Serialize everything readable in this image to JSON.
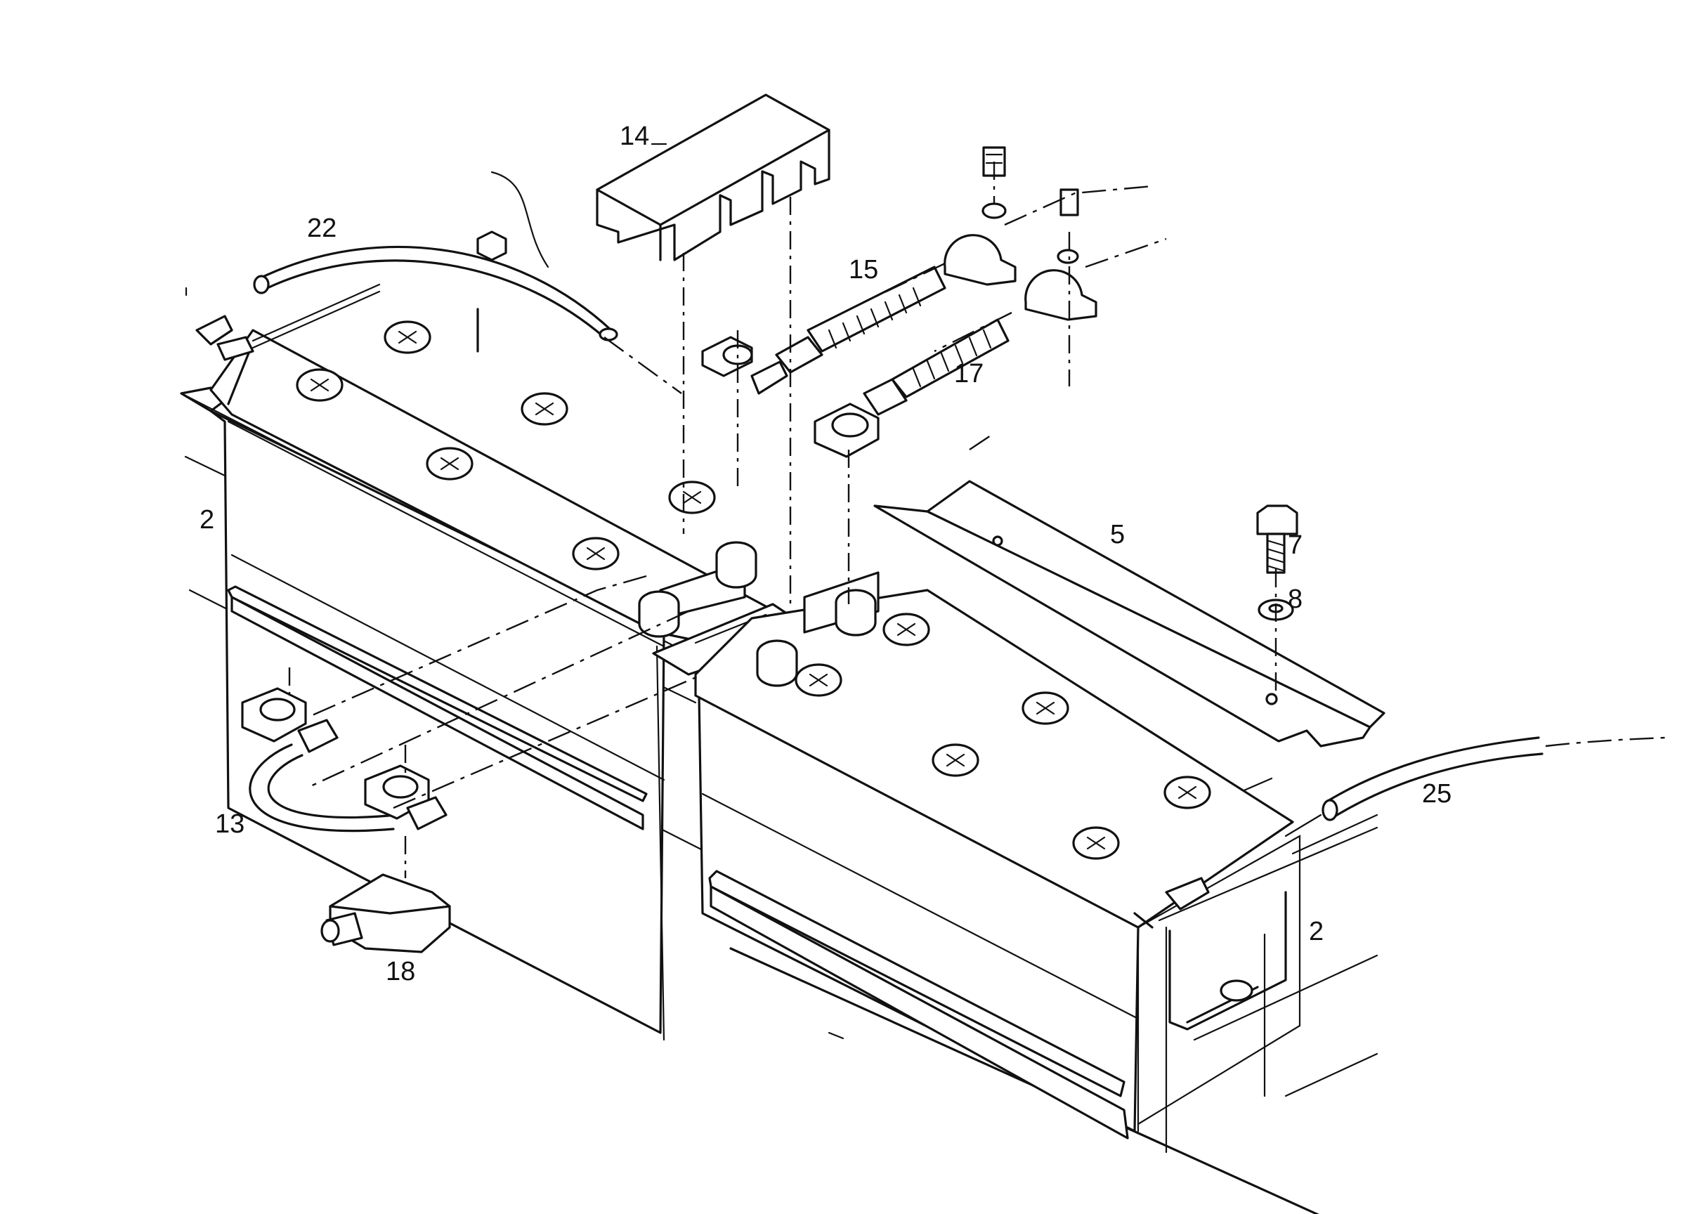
{
  "callouts": {
    "c2_left": "2",
    "c2_right": "2",
    "c5": "5",
    "c7": "7",
    "c8": "8",
    "c13": "13",
    "c14": "14",
    "c15": "15",
    "c17": "17",
    "c18": "18",
    "c22": "22",
    "c25": "25"
  },
  "parts": [
    {
      "ref": "2",
      "name": "battery"
    },
    {
      "ref": "5",
      "name": "hold-down-bar"
    },
    {
      "ref": "7",
      "name": "bolt"
    },
    {
      "ref": "8",
      "name": "washer"
    },
    {
      "ref": "13",
      "name": "jumper-cable"
    },
    {
      "ref": "14",
      "name": "terminal-cover"
    },
    {
      "ref": "15",
      "name": "battery-cable"
    },
    {
      "ref": "17",
      "name": "battery-cable"
    },
    {
      "ref": "18",
      "name": "terminal-cap"
    },
    {
      "ref": "22",
      "name": "vent-hose"
    },
    {
      "ref": "25",
      "name": "vent-hose"
    }
  ]
}
